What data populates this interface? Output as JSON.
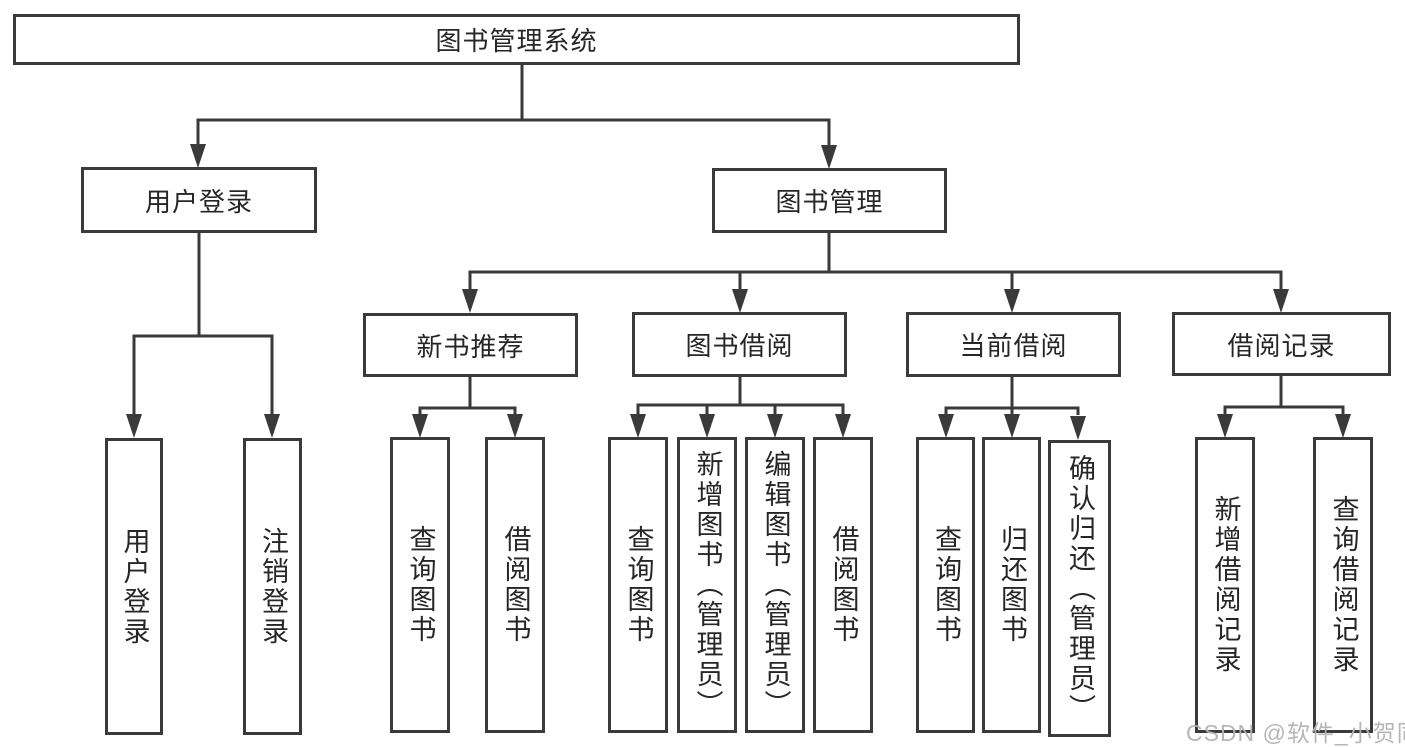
{
  "diagram": {
    "nodes": {
      "root": "图书管理系统",
      "user_login": "用户登录",
      "book_mgmt": "图书管理",
      "new_book_rec": "新书推荐",
      "book_borrow": "图书借阅",
      "current_borrow": "当前借阅",
      "borrow_records": "借阅记录",
      "leaf_user_login": "用户登录",
      "leaf_logout": "注销登录",
      "leaf_rec_query_book": "查询图书",
      "leaf_rec_borrow_book": "借阅图书",
      "leaf_bb_query_book": "查询图书",
      "leaf_bb_add_book": "新增图书（管理员）",
      "leaf_bb_edit_book": "编辑图书（管理员）",
      "leaf_bb_borrow_book": "借阅图书",
      "leaf_cb_query_book": "查询图书",
      "leaf_cb_return_book": "归还图书",
      "leaf_cb_confirm_return": "确认归还（管理员）",
      "leaf_br_add_record": "新增借阅记录",
      "leaf_br_query_record": "查询借阅记录"
    }
  },
  "watermark": {
    "text": "CSDN @软件_小贺同学"
  },
  "colors": {
    "line": "#3a3a3a",
    "text": "#262626",
    "watermark": "#b2b2b2",
    "background": "#ffffff"
  }
}
